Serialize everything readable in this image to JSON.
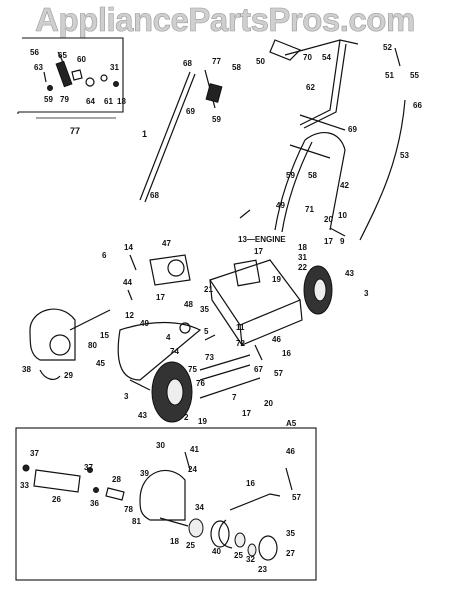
{
  "watermark": "AppliancePartsPros.com",
  "inset_box_label": "77",
  "engine_label": "13—ENGINE",
  "corner_code": "A5",
  "part_labels": {
    "p56": "56",
    "p65": "65",
    "p60": "60",
    "p63": "63",
    "p59a": "59",
    "p79": "79",
    "p64": "64",
    "p31a": "31",
    "p61": "61",
    "p18a": "18",
    "p68a": "68",
    "p77": "77",
    "p58a": "58",
    "p69a": "69",
    "p59b": "59",
    "p1": "1",
    "p68b": "68",
    "p50": "50",
    "p70": "70",
    "p54": "54",
    "p52": "52",
    "p51": "51",
    "p55": "55",
    "p62": "62",
    "p69b": "69",
    "p66": "66",
    "p53": "53",
    "p59c": "59",
    "p58b": "58",
    "p42": "42",
    "p49": "49",
    "p71": "71",
    "p20": "20",
    "p10": "10",
    "p17a": "17",
    "p9": "9",
    "p18b": "18",
    "p31b": "31",
    "p17b": "17",
    "p22": "22",
    "p19a": "19",
    "p6": "6",
    "p14": "14",
    "p47": "47",
    "p21": "21",
    "p44": "44",
    "p17c": "17",
    "p48": "48",
    "p12": "12",
    "p35a": "35",
    "p5": "5",
    "p43a": "43",
    "p3a": "3",
    "p11": "11",
    "p15": "15",
    "p80": "80",
    "p49b": "49",
    "p46a": "46",
    "p4": "4",
    "p74": "74",
    "p72": "72",
    "p16a": "16",
    "p73": "73",
    "p38": "38",
    "p29": "29",
    "p45": "45",
    "p75": "75",
    "p76": "76",
    "p67": "67",
    "p57a": "57",
    "p3b": "3",
    "p7": "7",
    "p20b": "20",
    "p17d": "17",
    "p43b": "43",
    "p2": "2",
    "p19b": "19",
    "p30": "30",
    "p41": "41",
    "p24": "24",
    "p37a": "37",
    "p37b": "37",
    "p33": "33",
    "p26": "26",
    "p36": "36",
    "p28": "28",
    "p39": "39",
    "p78": "78",
    "p34": "34",
    "p81": "81",
    "p18c": "18",
    "p25a": "25",
    "p46b": "46",
    "p57b": "57",
    "p16b": "16",
    "p40": "40",
    "p25b": "25",
    "p32": "32",
    "p23": "23",
    "p35b": "35",
    "p27": "27"
  }
}
